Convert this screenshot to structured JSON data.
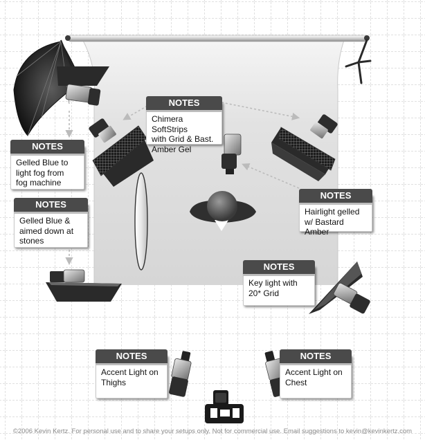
{
  "notes": [
    {
      "header": "NOTES",
      "lines": [
        "Chimera SoftStrips",
        "with Grid & Bast.",
        "Amber Gel"
      ]
    },
    {
      "header": "NOTES",
      "lines": [
        "Gelled Blue to",
        "light fog from",
        "fog machine"
      ]
    },
    {
      "header": "NOTES",
      "lines": [
        "Gelled Blue &",
        "aimed down at",
        "stones"
      ]
    },
    {
      "header": "NOTES",
      "lines": [
        "Hairlight gelled",
        "w/ Bastard Amber"
      ]
    },
    {
      "header": "NOTES",
      "lines": [
        "Key light with",
        "20* Grid"
      ]
    },
    {
      "header": "NOTES",
      "lines": [
        "Accent Light on",
        "Thighs"
      ]
    },
    {
      "header": "NOTES",
      "lines": [
        "Accent Light on",
        "Chest"
      ]
    }
  ],
  "footer": "©2006 Kevin Kertz.  For personal use and to share your setups only. Not for commercial use.  Email suggestions to kevin@kevinkertz.com",
  "colors": {
    "grid": "#bcbcbc",
    "note_header": "#4a4a4a",
    "equipment": "#3a3a3a"
  }
}
